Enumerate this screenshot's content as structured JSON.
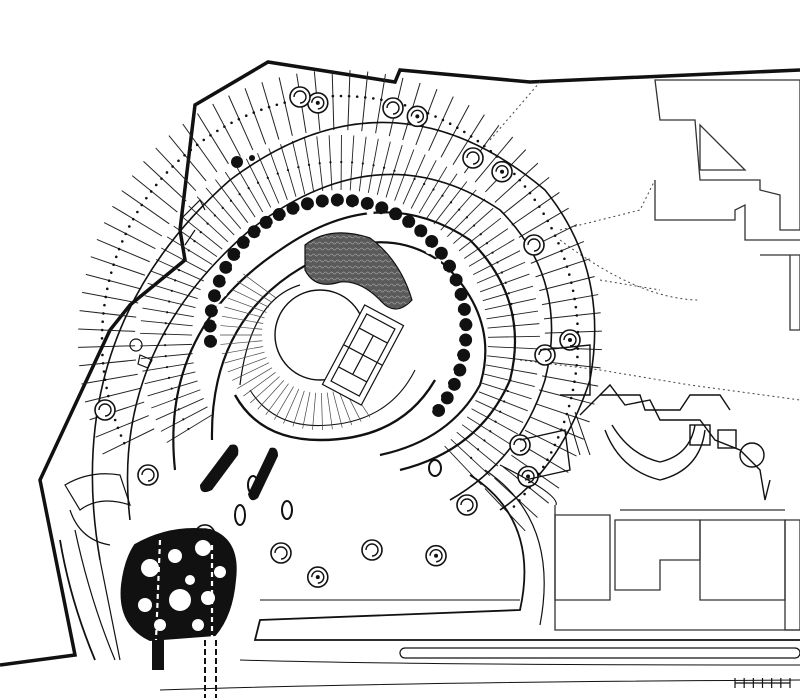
{
  "colors": {
    "paper": "#ffffff",
    "ink": "#111111",
    "hatch": "#6a6a6a",
    "light": "#9a9a9a"
  },
  "plan": {
    "ring_spokes": 72,
    "outer_spokes": 64,
    "inner_trees": 34,
    "stair_towers": 8,
    "courtyard_court": "tennis-court",
    "scale_bar_segments": 6
  }
}
